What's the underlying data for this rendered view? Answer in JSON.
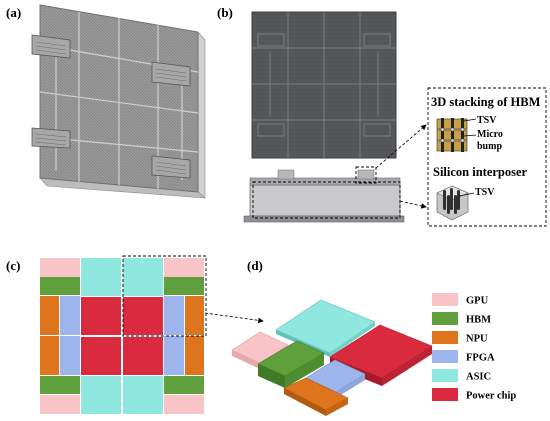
{
  "panels": {
    "a": "(a)",
    "b": "(b)",
    "c": "(c)",
    "d": "(d)"
  },
  "callouts": {
    "hbm_title": "3D stacking of HBM",
    "tsv_top": "TSV",
    "micro": "Micro",
    "bump": "bump",
    "interposer_title": "Silicon interposer",
    "tsv_bottom": "TSV"
  },
  "legend": [
    {
      "label": "GPU",
      "color": "#f9c4c8"
    },
    {
      "label": "HBM",
      "color": "#5fa03c"
    },
    {
      "label": "NPU",
      "color": "#de741b"
    },
    {
      "label": "FPGA",
      "color": "#9db4ec"
    },
    {
      "label": "ASIC",
      "color": "#8ee8e0"
    },
    {
      "label": "Power chip",
      "color": "#d92a3e"
    }
  ]
}
